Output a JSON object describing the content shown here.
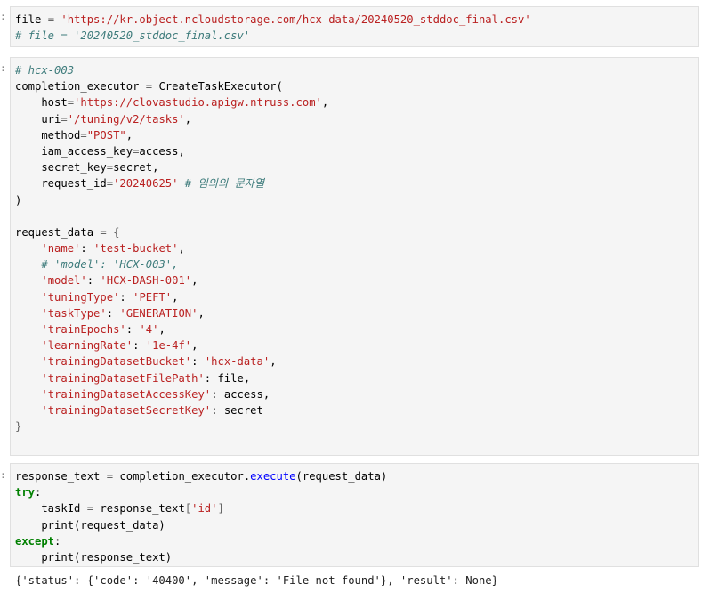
{
  "cell1": {
    "lines": [
      [
        {
          "t": "file",
          "c": "n"
        },
        {
          "t": " = ",
          "c": "o"
        },
        {
          "t": "'https://kr.object.ncloudstorage.com/hcx-data/20240520_stddoc_final.csv'",
          "c": "s"
        }
      ],
      [
        {
          "t": "# file = '20240520_stddoc_final.csv'",
          "c": "c"
        }
      ]
    ]
  },
  "cell2": {
    "lines": [
      [
        {
          "t": "# hcx-003",
          "c": "c"
        }
      ],
      [
        {
          "t": "completion_executor",
          "c": "n"
        },
        {
          "t": " = ",
          "c": "o"
        },
        {
          "t": "CreateTaskExecutor(",
          "c": "n"
        }
      ],
      [
        {
          "t": "    host",
          "c": "n"
        },
        {
          "t": "=",
          "c": "o"
        },
        {
          "t": "'https://clovastudio.apigw.ntruss.com'",
          "c": "s"
        },
        {
          "t": ",",
          "c": "n"
        }
      ],
      [
        {
          "t": "    uri",
          "c": "n"
        },
        {
          "t": "=",
          "c": "o"
        },
        {
          "t": "'/tuning/v2/tasks'",
          "c": "s"
        },
        {
          "t": ",",
          "c": "n"
        }
      ],
      [
        {
          "t": "    method",
          "c": "n"
        },
        {
          "t": "=",
          "c": "o"
        },
        {
          "t": "\"POST\"",
          "c": "s"
        },
        {
          "t": ",",
          "c": "n"
        }
      ],
      [
        {
          "t": "    iam_access_key",
          "c": "n"
        },
        {
          "t": "=",
          "c": "o"
        },
        {
          "t": "access,",
          "c": "n"
        }
      ],
      [
        {
          "t": "    secret_key",
          "c": "n"
        },
        {
          "t": "=",
          "c": "o"
        },
        {
          "t": "secret,",
          "c": "n"
        }
      ],
      [
        {
          "t": "    request_id",
          "c": "n"
        },
        {
          "t": "=",
          "c": "o"
        },
        {
          "t": "'20240625'",
          "c": "s"
        },
        {
          "t": " ",
          "c": "n"
        },
        {
          "t": "# 임의의 문자열",
          "c": "c"
        }
      ],
      [
        {
          "t": ")",
          "c": "n"
        }
      ],
      [
        {
          "t": "",
          "c": "n"
        }
      ],
      [
        {
          "t": "request_data",
          "c": "n"
        },
        {
          "t": " = ",
          "c": "o"
        },
        {
          "t": "{",
          "c": "o"
        }
      ],
      [
        {
          "t": "    ",
          "c": "n"
        },
        {
          "t": "'name'",
          "c": "s"
        },
        {
          "t": ": ",
          "c": "n"
        },
        {
          "t": "'test-bucket'",
          "c": "s"
        },
        {
          "t": ",",
          "c": "n"
        }
      ],
      [
        {
          "t": "    ",
          "c": "n"
        },
        {
          "t": "# 'model': 'HCX-003',",
          "c": "c"
        }
      ],
      [
        {
          "t": "    ",
          "c": "n"
        },
        {
          "t": "'model'",
          "c": "s"
        },
        {
          "t": ": ",
          "c": "n"
        },
        {
          "t": "'HCX-DASH-001'",
          "c": "s"
        },
        {
          "t": ",",
          "c": "n"
        }
      ],
      [
        {
          "t": "    ",
          "c": "n"
        },
        {
          "t": "'tuningType'",
          "c": "s"
        },
        {
          "t": ": ",
          "c": "n"
        },
        {
          "t": "'PEFT'",
          "c": "s"
        },
        {
          "t": ",",
          "c": "n"
        }
      ],
      [
        {
          "t": "    ",
          "c": "n"
        },
        {
          "t": "'taskType'",
          "c": "s"
        },
        {
          "t": ": ",
          "c": "n"
        },
        {
          "t": "'GENERATION'",
          "c": "s"
        },
        {
          "t": ",",
          "c": "n"
        }
      ],
      [
        {
          "t": "    ",
          "c": "n"
        },
        {
          "t": "'trainEpochs'",
          "c": "s"
        },
        {
          "t": ": ",
          "c": "n"
        },
        {
          "t": "'4'",
          "c": "s"
        },
        {
          "t": ",",
          "c": "n"
        }
      ],
      [
        {
          "t": "    ",
          "c": "n"
        },
        {
          "t": "'learningRate'",
          "c": "s"
        },
        {
          "t": ": ",
          "c": "n"
        },
        {
          "t": "'1e-4f'",
          "c": "s"
        },
        {
          "t": ",",
          "c": "n"
        }
      ],
      [
        {
          "t": "    ",
          "c": "n"
        },
        {
          "t": "'trainingDatasetBucket'",
          "c": "s"
        },
        {
          "t": ": ",
          "c": "n"
        },
        {
          "t": "'hcx-data'",
          "c": "s"
        },
        {
          "t": ",",
          "c": "n"
        }
      ],
      [
        {
          "t": "    ",
          "c": "n"
        },
        {
          "t": "'trainingDatasetFilePath'",
          "c": "s"
        },
        {
          "t": ": file,",
          "c": "n"
        }
      ],
      [
        {
          "t": "    ",
          "c": "n"
        },
        {
          "t": "'trainingDatasetAccessKey'",
          "c": "s"
        },
        {
          "t": ": access,",
          "c": "n"
        }
      ],
      [
        {
          "t": "    ",
          "c": "n"
        },
        {
          "t": "'trainingDatasetSecretKey'",
          "c": "s"
        },
        {
          "t": ": secret",
          "c": "n"
        }
      ],
      [
        {
          "t": "}",
          "c": "o"
        }
      ]
    ]
  },
  "cell3": {
    "lines": [
      [
        {
          "t": "response_text",
          "c": "n"
        },
        {
          "t": " = ",
          "c": "o"
        },
        {
          "t": "completion_executor.",
          "c": "n"
        },
        {
          "t": "execute",
          "c": "fn"
        },
        {
          "t": "(request_data)",
          "c": "n"
        }
      ],
      [
        {
          "t": "try",
          "c": "k"
        },
        {
          "t": ":",
          "c": "n"
        }
      ],
      [
        {
          "t": "    taskId",
          "c": "n"
        },
        {
          "t": " = ",
          "c": "o"
        },
        {
          "t": "response_text",
          "c": "n"
        },
        {
          "t": "[",
          "c": "o"
        },
        {
          "t": "'id'",
          "c": "s"
        },
        {
          "t": "]",
          "c": "o"
        }
      ],
      [
        {
          "t": "    print(request_data)",
          "c": "n"
        }
      ],
      [
        {
          "t": "except",
          "c": "k"
        },
        {
          "t": ":",
          "c": "n"
        }
      ],
      [
        {
          "t": "    print(response_text)",
          "c": "n"
        }
      ]
    ]
  },
  "output": {
    "text": "{'status': {'code': '40400', 'message': 'File not found'}, 'result': None}"
  }
}
